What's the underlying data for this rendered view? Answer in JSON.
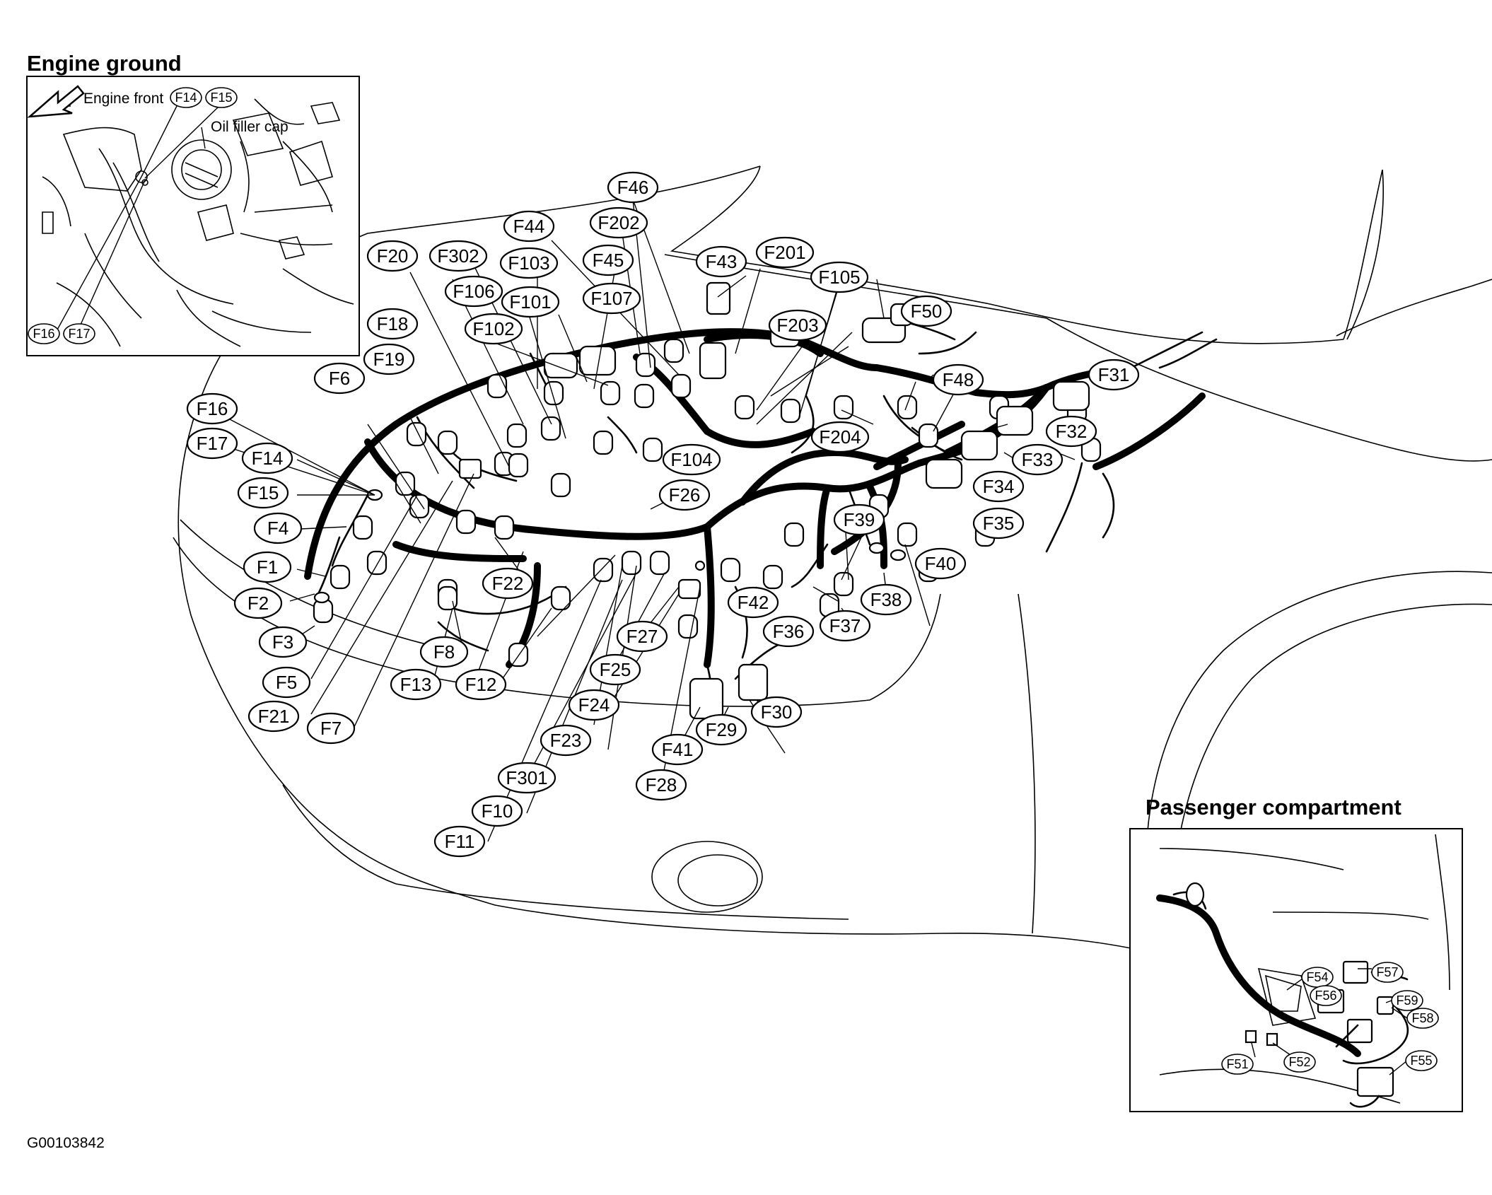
{
  "headings": {
    "engine_ground": "Engine ground",
    "passenger_compartment": "Passenger compartment"
  },
  "inset_engine": {
    "engine_front_label": "Engine front",
    "oil_filler_cap_label": "Oil filler cap",
    "callouts": [
      "F14",
      "F15",
      "F16",
      "F17"
    ]
  },
  "inset_passenger": {
    "callouts": [
      "F54",
      "F56",
      "F57",
      "F59",
      "F58",
      "F51",
      "F52",
      "F55"
    ]
  },
  "main_callouts": [
    "F46",
    "F202",
    "F44",
    "F45",
    "F43",
    "F201",
    "F20",
    "F302",
    "F103",
    "F105",
    "F106",
    "F101",
    "F107",
    "F50",
    "F18",
    "F102",
    "F203",
    "F19",
    "F6",
    "F48",
    "F31",
    "F16",
    "F17",
    "F104",
    "F204",
    "F32",
    "F14",
    "F33",
    "F15",
    "F26",
    "F34",
    "F4",
    "F39",
    "F35",
    "F1",
    "F40",
    "F22",
    "F2",
    "F42",
    "F38",
    "F27",
    "F37",
    "F3",
    "F36",
    "F8",
    "F25",
    "F5",
    "F13",
    "F12",
    "F24",
    "F30",
    "F21",
    "F7",
    "F29",
    "F23",
    "F41",
    "F301",
    "F28",
    "F10",
    "F11"
  ],
  "figure_code": "G00103842"
}
